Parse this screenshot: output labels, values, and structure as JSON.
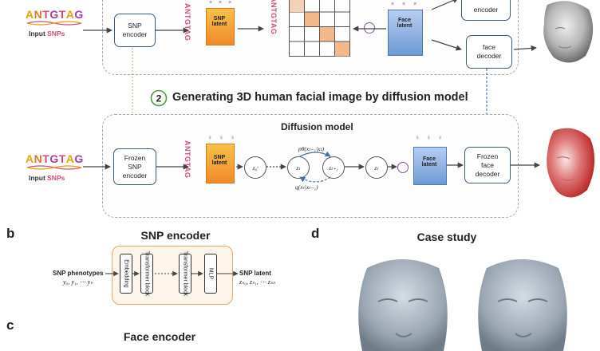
{
  "colors": {
    "A": "#e8a100",
    "N": "#d97a2b",
    "T": "#d64b7a",
    "G": "#a63e9e",
    "arrow": "#4a4a4a",
    "dashed_blue": "#4a6fa5",
    "box_border": "#3b5b83",
    "latent_orange": "#f2a13a",
    "latent_blue": "#8fb2e0"
  },
  "top": {
    "seq": [
      "A",
      "N",
      "T",
      "G",
      "T",
      "A",
      "G"
    ],
    "input_label": "Input ",
    "input_snp": "SNPs",
    "snp_encoder": "SNP\nencoder",
    "vertical_seq": "ANTGTAG",
    "snp_latent": "SNP\nlatent",
    "face_latent": "Face\nlatent",
    "face_encoder": "encoder",
    "face_decoder": "face\ndecoder",
    "person_icon": "person-icon"
  },
  "section2": {
    "number": "2",
    "title": "Generating 3D human facial image by diffusion model"
  },
  "diffusion": {
    "title": "Diffusion model",
    "seq": [
      "A",
      "N",
      "T",
      "G",
      "T",
      "A",
      "G"
    ],
    "input_label": "Input ",
    "input_snp": "SNPs",
    "frozen_snp": "Frozen\nSNP\nencoder",
    "vertical_seq": "ANTGTAG",
    "snp_latent": "SNP\nlatent",
    "z_start": "z₀ᵗ",
    "z_t": "zₜ",
    "z_t1": "zₜ₊₁",
    "z_T": "zₜ",
    "p_label": "pθ(xₜ₋₁|xₜ)",
    "q_label": "q(xₜ|xₜ₋₁)",
    "face_latent": "Face\nlatent",
    "frozen_face": "Frozen\nface\ndecoder"
  },
  "panel_b": {
    "label": "b",
    "title": "SNP encoder",
    "input": "SNP phenotypes",
    "input_vars": "y₀, y₁, ⋯ yₙ",
    "blocks": [
      "Embedding",
      "Transformer block",
      "Transformer block",
      "MLP"
    ],
    "output": "SNP latent",
    "output_vars": "zₛ₀, zₛ₁, ⋯ zₛₙ"
  },
  "panel_c": {
    "label": "c",
    "title": "Face encoder"
  },
  "panel_d": {
    "label": "d",
    "title": "Case study"
  }
}
